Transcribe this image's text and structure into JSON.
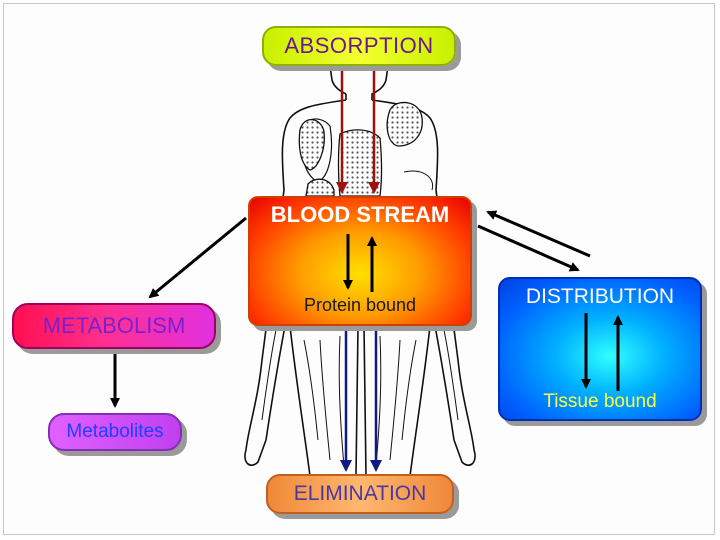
{
  "diagram": {
    "absorption": "ABSORPTION",
    "blood_stream": {
      "title": "BLOOD STREAM",
      "subtitle": "Protein bound"
    },
    "distribution": {
      "title": "DISTRIBUTION",
      "subtitle": "Tissue bound"
    },
    "metabolism": "METABOLISM",
    "metabolites": "Metabolites",
    "elimination": "ELIMINATION"
  },
  "colors": {
    "absorption_arrows": "#a01010",
    "elimination_arrows": "#101a80",
    "arrow_black": "#000000"
  }
}
